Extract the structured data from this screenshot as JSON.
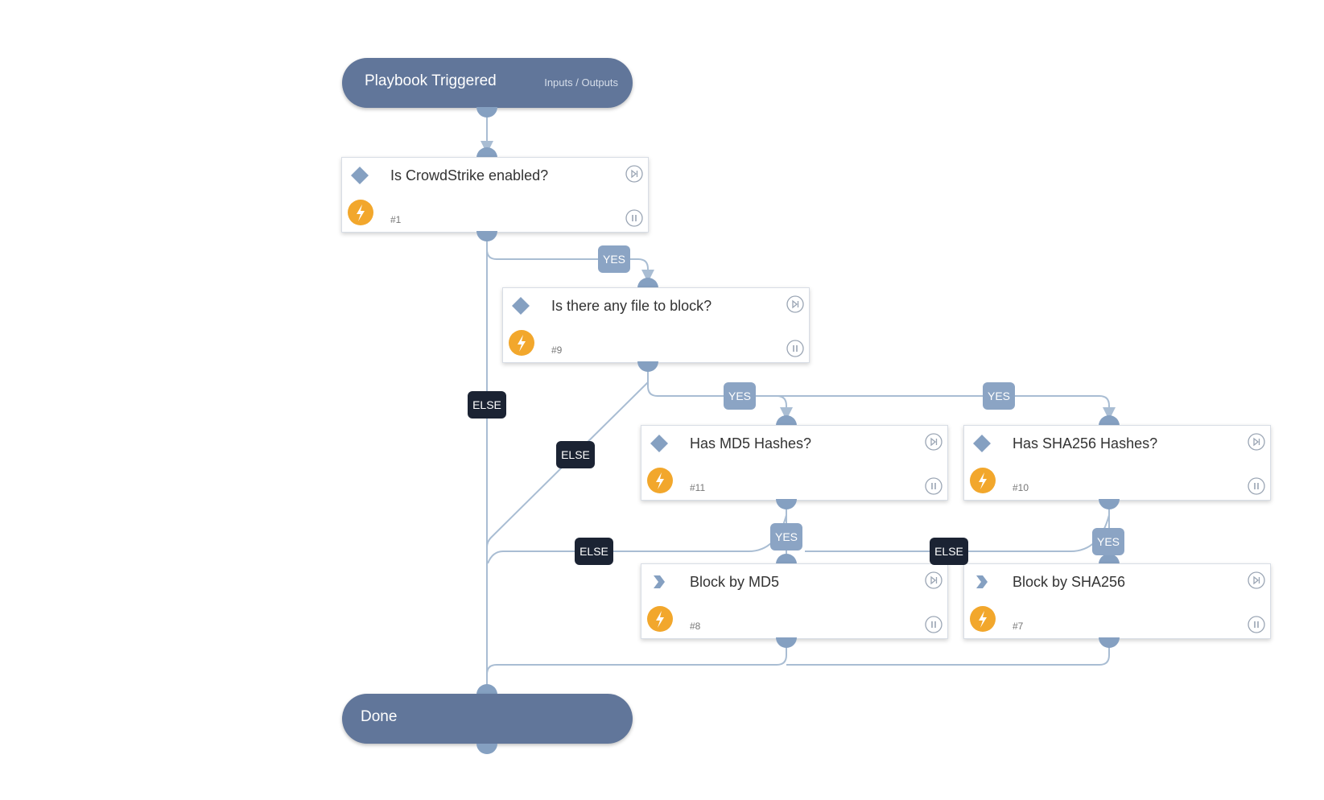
{
  "start": {
    "title": "Playbook Triggered",
    "io_link": "Inputs / Outputs"
  },
  "end": {
    "title": "Done"
  },
  "tasks": [
    {
      "name": "Is CrowdStrike enabled?",
      "id": "#1",
      "type": "condition",
      "type_icon": "diamond-icon"
    },
    {
      "name": "Is there any file to block?",
      "id": "#9",
      "type": "condition",
      "type_icon": "diamond-icon"
    },
    {
      "name": "Has MD5 Hashes?",
      "id": "#11",
      "type": "condition",
      "type_icon": "diamond-icon"
    },
    {
      "name": "Has SHA256 Hashes?",
      "id": "#10",
      "type": "condition",
      "type_icon": "diamond-icon"
    },
    {
      "name": "Block by MD5",
      "id": "#8",
      "type": "playbook",
      "type_icon": "chevron-icon"
    },
    {
      "name": "Block by SHA256",
      "id": "#7",
      "type": "playbook",
      "type_icon": "chevron-icon"
    }
  ],
  "labels": {
    "yes": "YES",
    "else": "ELSE"
  },
  "colors": {
    "terminal": "#61769a",
    "connector": "#85a0c1",
    "wire": "#a9bdd3",
    "yes_badge": "#8ba4c4",
    "else_badge": "#1b2333",
    "bolt": "#f2a72c"
  }
}
